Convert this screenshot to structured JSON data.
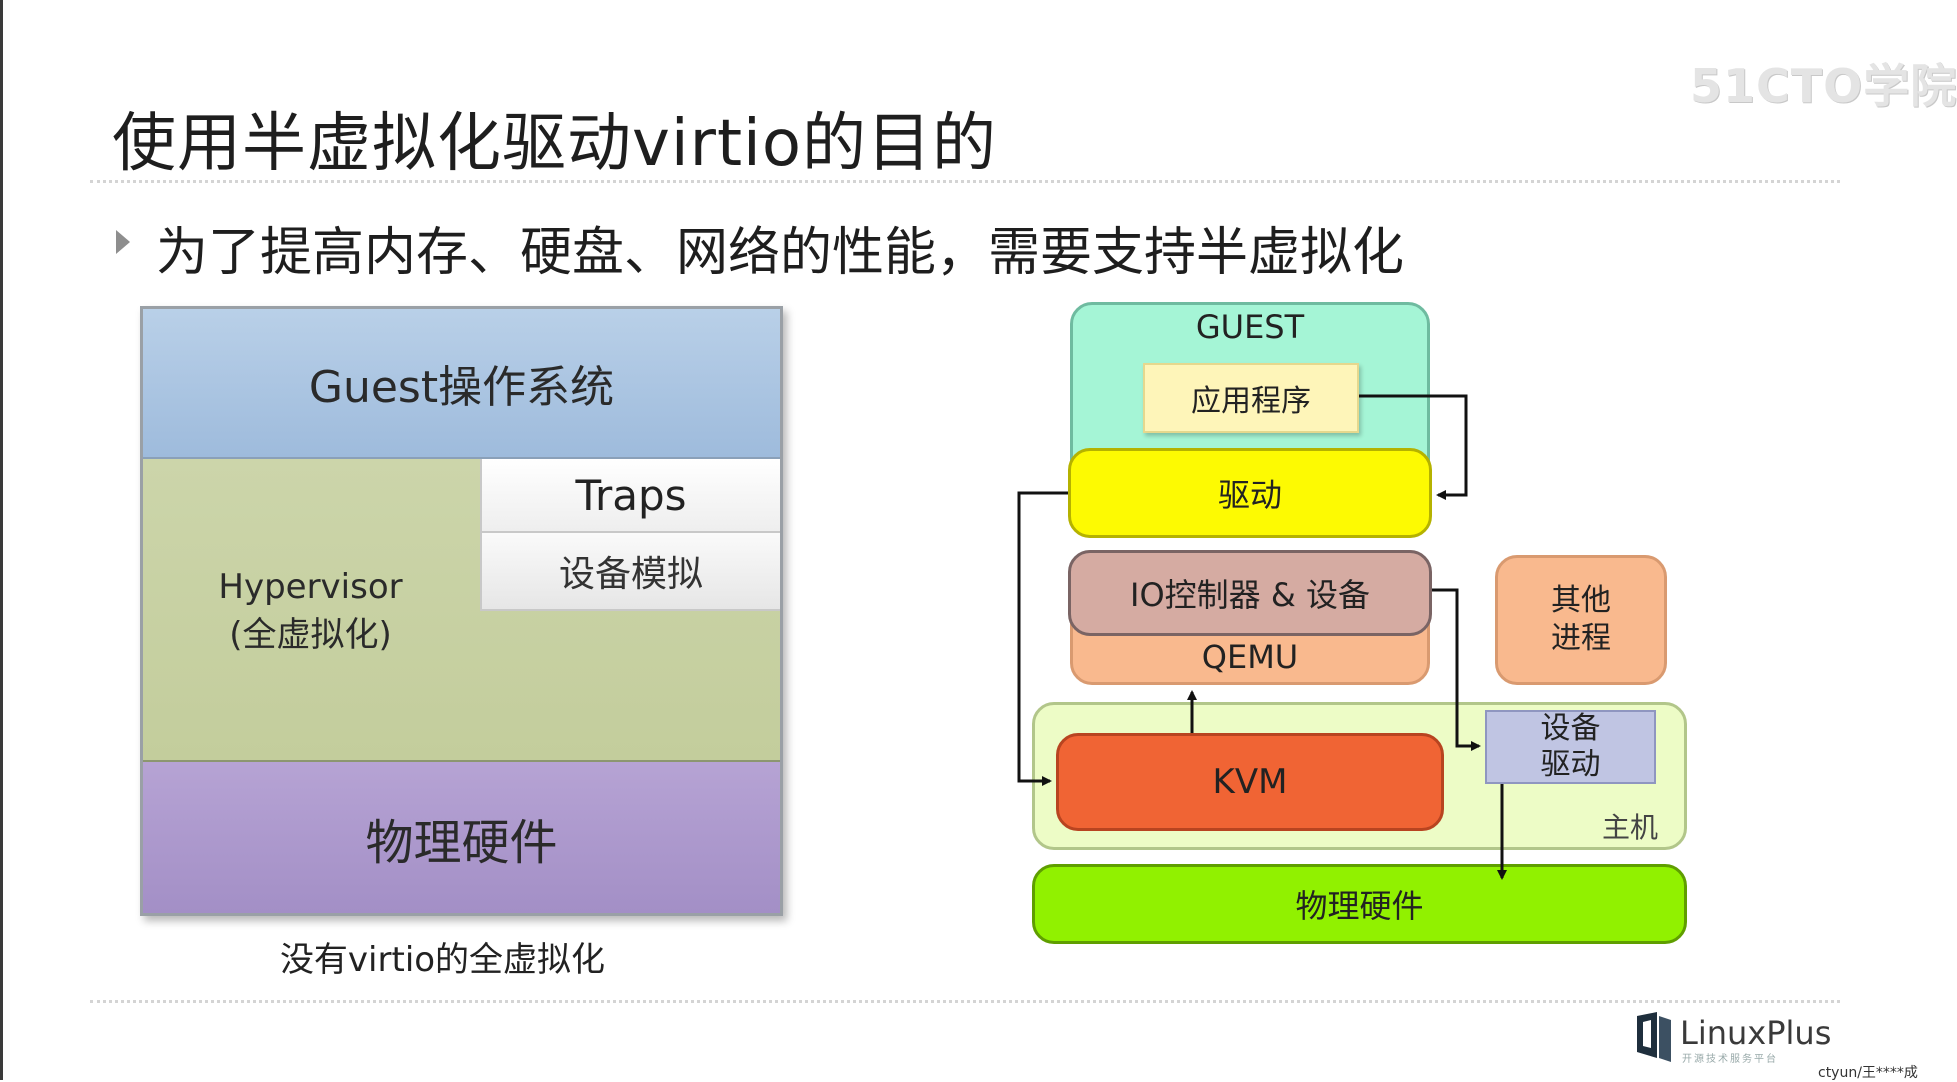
{
  "slide": {
    "title": "使用半虚拟化驱动virtio的目的",
    "bullet": "为了提高内存、硬盘、网络的性能，需要支持半虚拟化",
    "watermark": "51CTO学院"
  },
  "left_diagram": {
    "guest_os": "Guest操作系统",
    "hypervisor_line1": "Hypervisor",
    "hypervisor_line2": "(全虚拟化)",
    "traps": "Traps",
    "device_emulation": "设备模拟",
    "hardware": "物理硬件",
    "caption": "没有virtio的全虚拟化"
  },
  "right_diagram": {
    "guest": "GUEST",
    "application": "应用程序",
    "driver": "驱动",
    "io_controller": "IO控制器 & 设备",
    "qemu": "QEMU",
    "other_line1": "其他",
    "other_line2": "进程",
    "kvm": "KVM",
    "device_driver_line1": "设备",
    "device_driver_line2": "驱动",
    "host": "主机",
    "hardware": "物理硬件"
  },
  "footer": {
    "logo_text": "LinuxPlus",
    "logo_subtext": "开源技术服务平台",
    "user_tag": "ctyun/王****成"
  },
  "colors": {
    "guest_os": "#9ebbdc",
    "hypervisor": "#c3cd9c",
    "left_hardware": "#a38fc6",
    "guest": "#a5f5d6",
    "application": "#fef5b9",
    "driver": "#fdfa02",
    "io_controller": "#d5aba2",
    "qemu": "#f9b98e",
    "host": "#edfcc6",
    "kvm": "#f06434",
    "device_driver": "#c0c5e3",
    "right_hardware": "#91f100"
  }
}
